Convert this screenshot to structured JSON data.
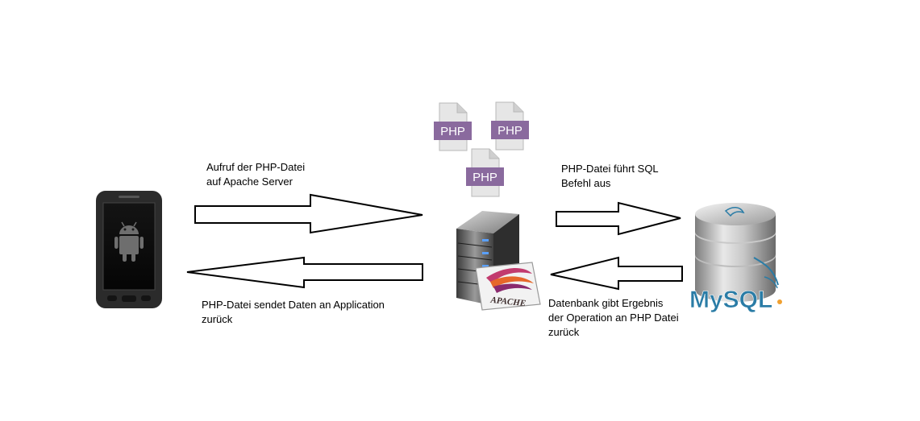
{
  "labels": {
    "request": [
      "Aufruf der PHP-Datei",
      "auf Apache Server"
    ],
    "response": [
      "PHP-Datei sendet Daten an Application",
      "zurück"
    ],
    "sql": [
      "PHP-Datei führt SQL",
      "Befehl aus"
    ],
    "result": [
      "Datenbank gibt Ergebnis",
      "der Operation an PHP Datei",
      "zurück"
    ]
  },
  "php_file_label": "PHP",
  "apache_label": "APACHE",
  "mysql_logo_text": "MySQL",
  "colors": {
    "php_tag": "#8a6a9e",
    "apache_feather": "#c23b6e",
    "phone_body": "#2b2b2b",
    "database": "#a9a9a9",
    "mysql_blue": "#2a7ca6",
    "mysql_orange": "#f0a030"
  },
  "icons": [
    "android-phone-icon",
    "php-file-icon",
    "apache-server-icon",
    "mysql-database-icon"
  ]
}
